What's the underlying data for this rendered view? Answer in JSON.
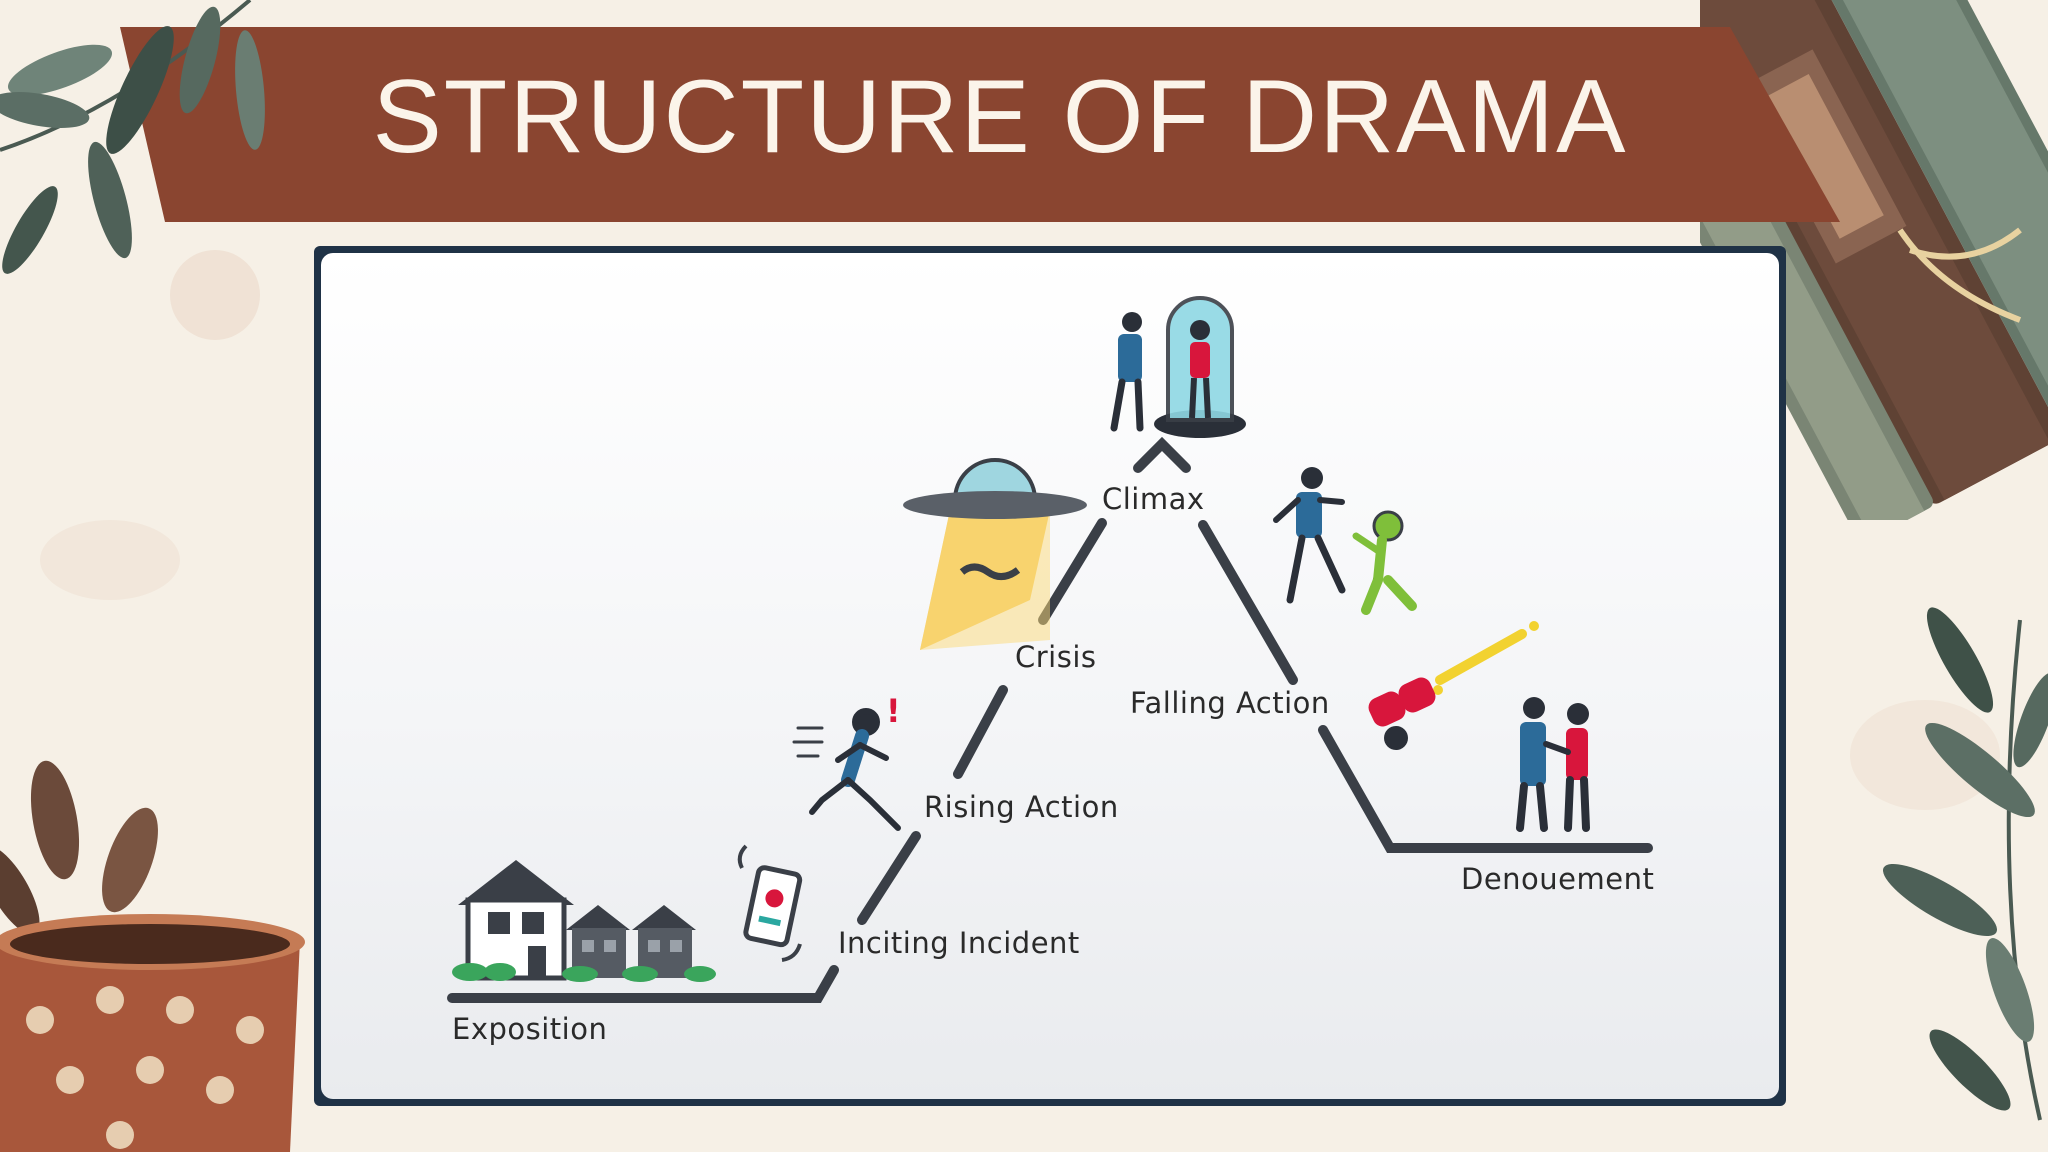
{
  "slide": {
    "title": "STRUCTURE OF DRAMA"
  },
  "diagram": {
    "stages": [
      {
        "id": "exposition",
        "label": "Exposition"
      },
      {
        "id": "inciting",
        "label": "Inciting Incident"
      },
      {
        "id": "rising",
        "label": "Rising Action"
      },
      {
        "id": "crisis",
        "label": "Crisis"
      },
      {
        "id": "climax",
        "label": "Climax"
      },
      {
        "id": "falling",
        "label": "Falling Action"
      },
      {
        "id": "denouement",
        "label": "Denouement"
      }
    ]
  },
  "colors": {
    "banner": "#8a4530",
    "title_text": "#fbf4ea",
    "panel_border": "#1f3246",
    "line": "#3a3f47",
    "alien": "#7fbf3a",
    "beam": "#f4b51e",
    "accent_red": "#d8163c"
  },
  "icons": [
    "houses-icon",
    "phone-ringing-icon",
    "running-person-icon",
    "ufo-icon",
    "person-in-capsule-icon",
    "chase-icon",
    "binoculars-icon",
    "couple-icon",
    "leaf-icon",
    "cup-icon",
    "books-icon"
  ]
}
